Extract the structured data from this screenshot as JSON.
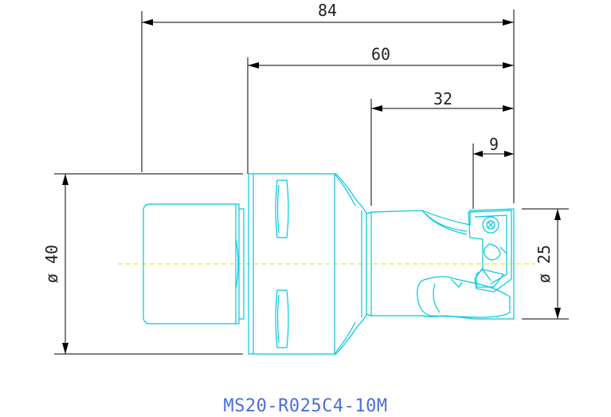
{
  "drawing": {
    "model": "MS20-R025C4-10M",
    "dimensions": {
      "overall_length": "84",
      "flange_to_tip": "60",
      "neck_to_tip": "32",
      "insert_width": "9",
      "shank_diameter": "ø 40",
      "cutting_diameter": "ø 25"
    }
  }
}
